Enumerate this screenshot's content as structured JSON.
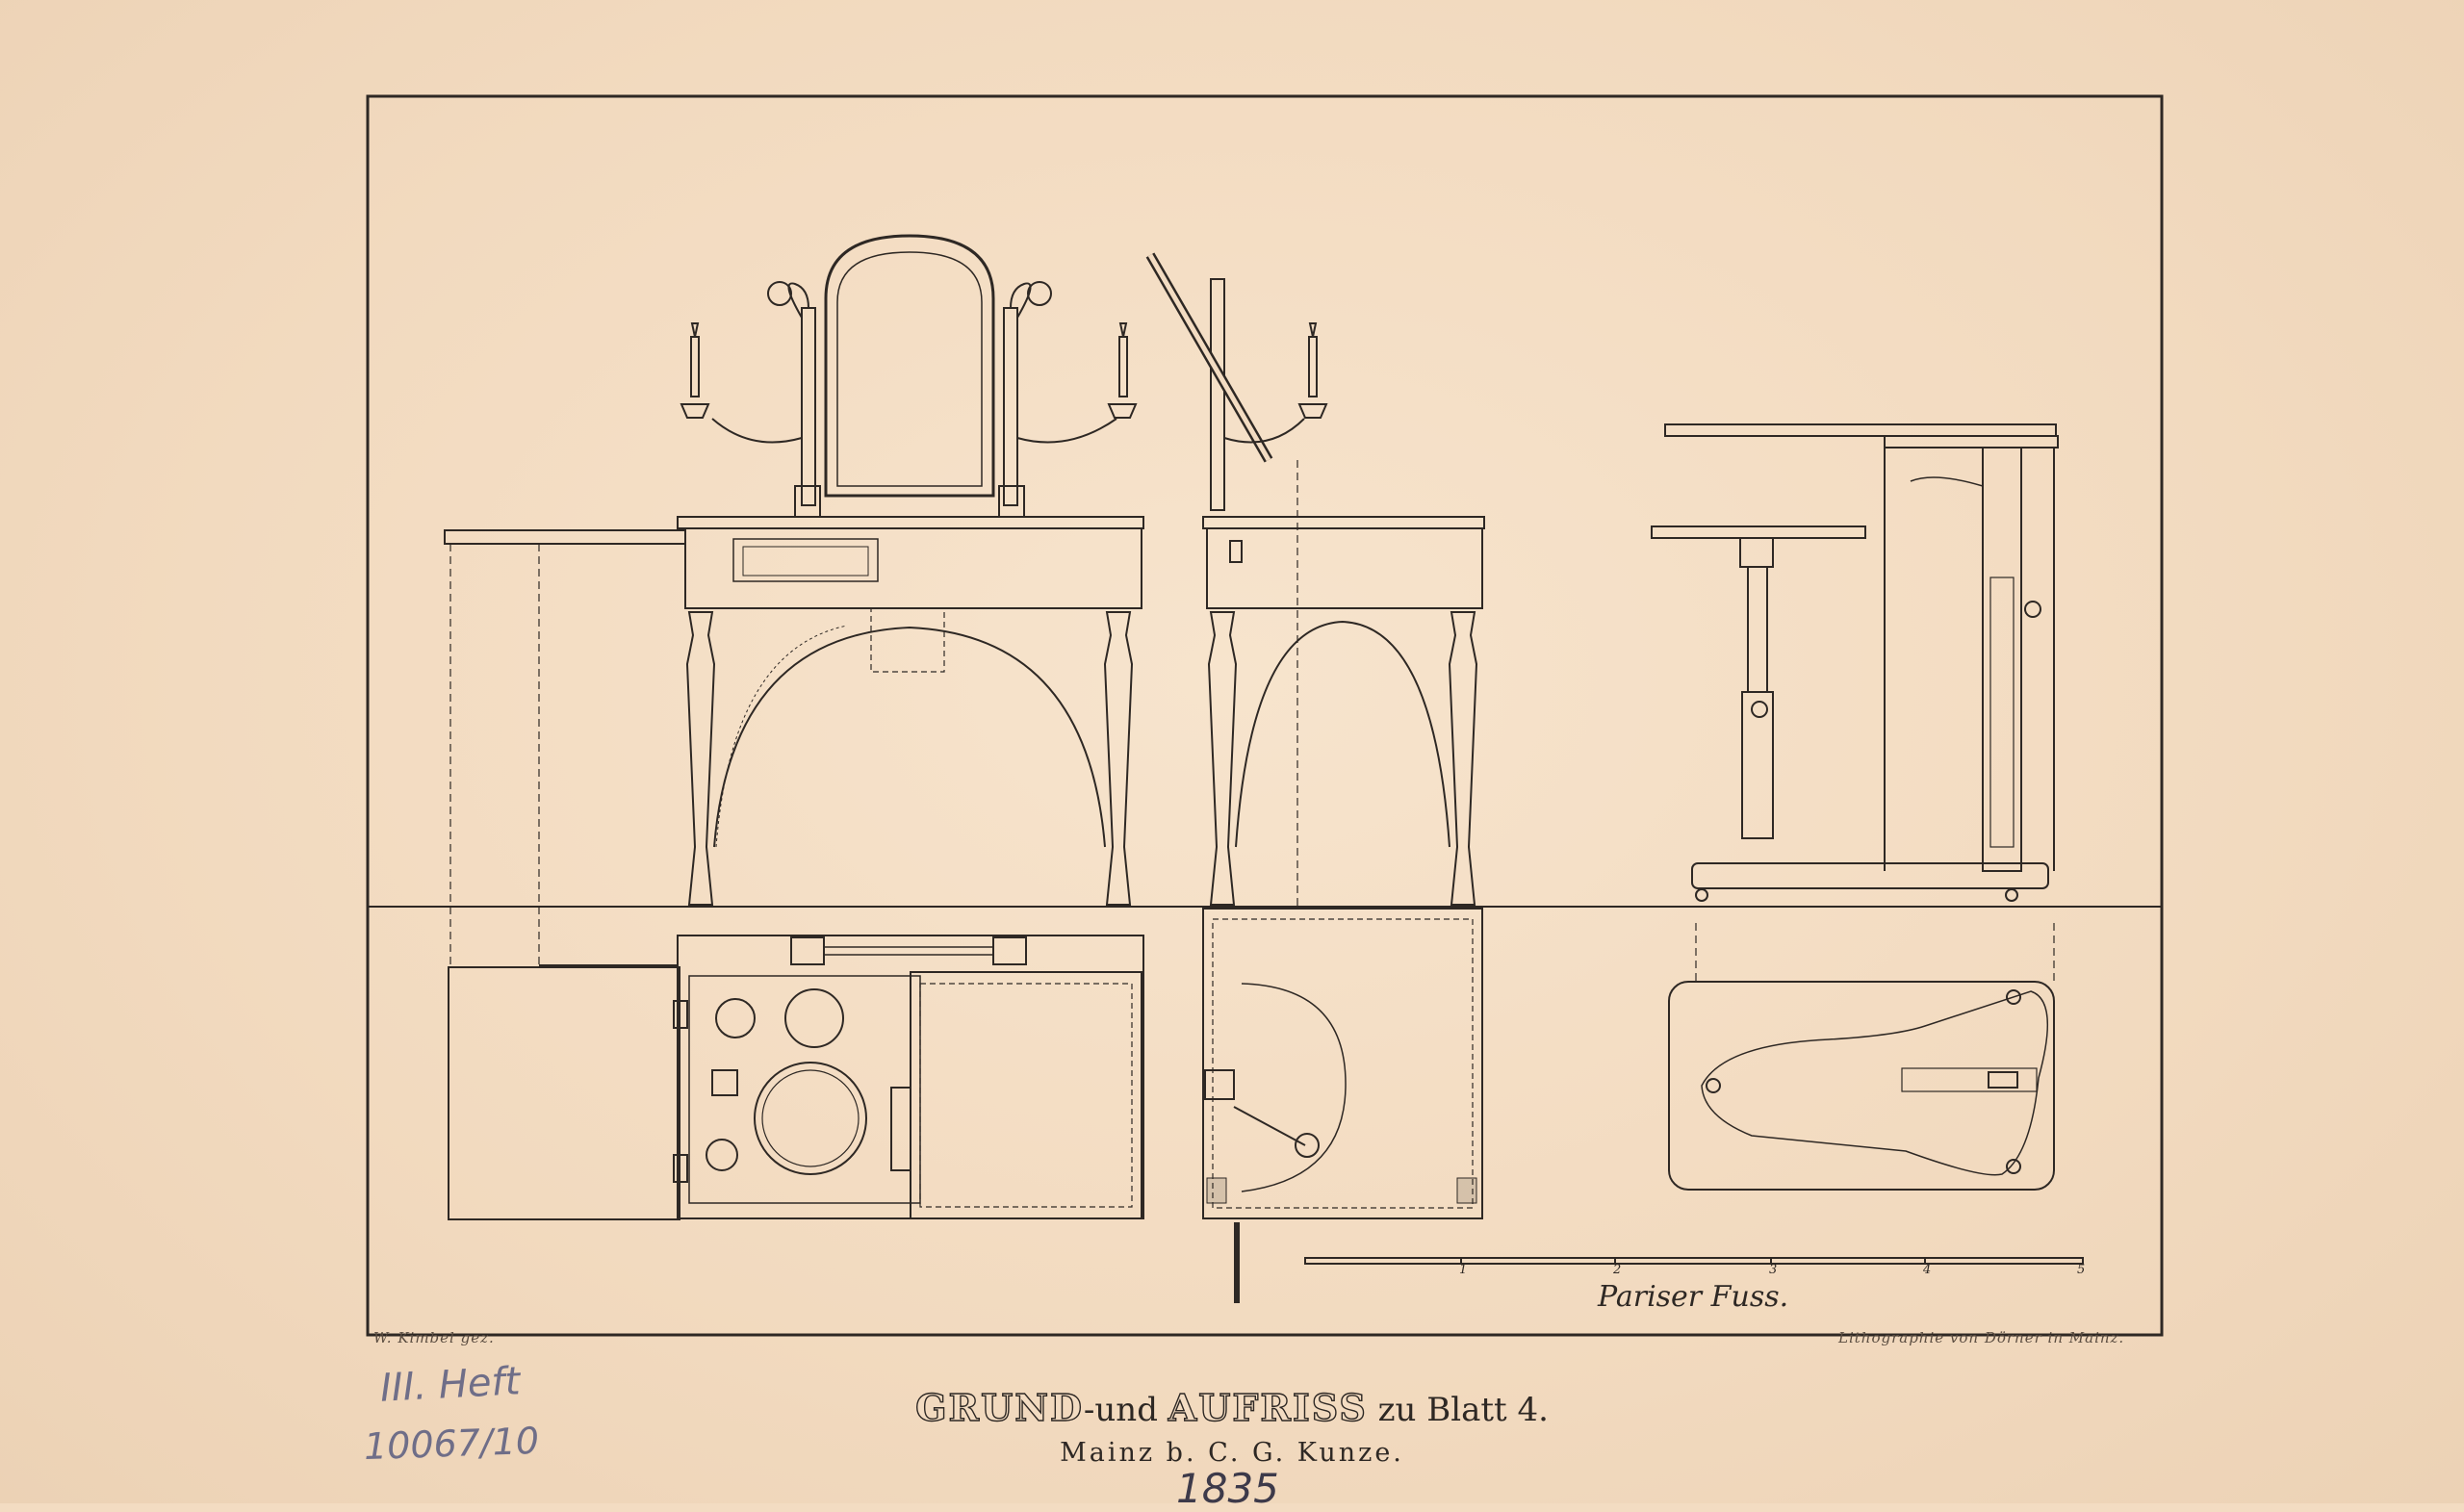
{
  "plate": {
    "credit_left": "W. Kimbel gez.",
    "credit_right": "Lithographie von Dörner in Mainz.",
    "title_outline_1": "GRUND",
    "title_mid": "-und ",
    "title_outline_2": "AUFRISS",
    "title_end": " zu Blatt 4.",
    "subtitle": "Mainz b. C. G. Kunze.",
    "scale_label": "Pariser Fuss.",
    "scale_ticks": [
      "1",
      "2",
      "3",
      "4",
      "5"
    ]
  },
  "annotations": {
    "heft": "III. Heft",
    "inventory": "10067/10",
    "year": "1835"
  },
  "colors": {
    "paper": "#f3dcc2",
    "ink": "#2e2824",
    "pencil": "#6f6e88"
  }
}
